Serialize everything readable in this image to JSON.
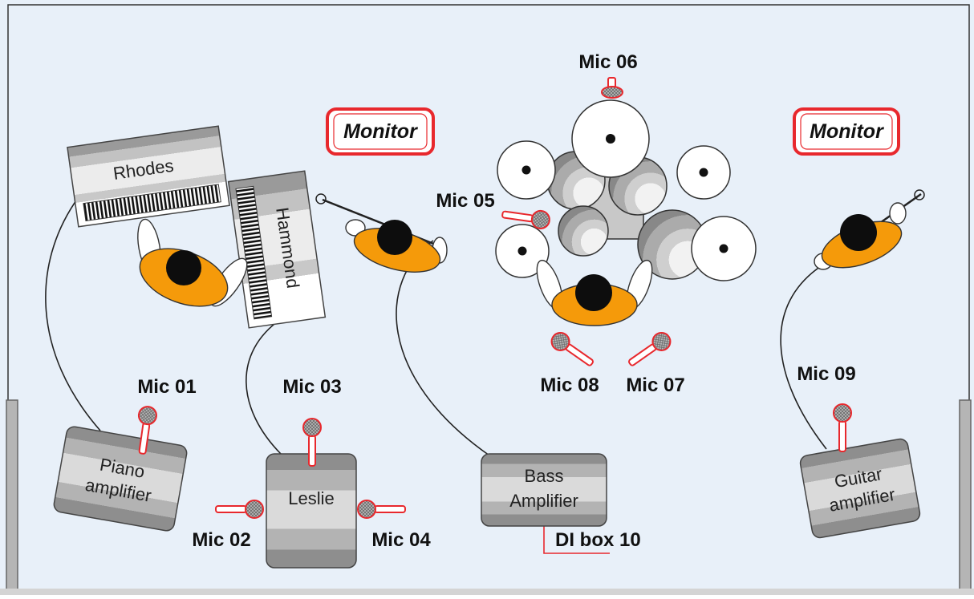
{
  "diagram": {
    "monitors": [
      {
        "id": "left",
        "label": "Monitor"
      },
      {
        "id": "right",
        "label": "Monitor"
      }
    ],
    "keyboards": {
      "rhodes": "Rhodes",
      "hammond": "Hammond"
    },
    "amplifiers": {
      "piano_line1": "Piano",
      "piano_line2": "amplifier",
      "leslie": "Leslie",
      "bass_line1": "Bass",
      "bass_line2": "Amplifier",
      "guitar_line1": "Guitar",
      "guitar_line2": "amplifier"
    },
    "mics": {
      "m01": "Mic 01",
      "m02": "Mic 02",
      "m03": "Mic 03",
      "m04": "Mic 04",
      "m05": "Mic 05",
      "m06": "Mic 06",
      "m07": "Mic 07",
      "m08": "Mic 08",
      "m09": "Mic 09"
    },
    "di_box": "DI box 10",
    "colors": {
      "stage": "#e8f0f9",
      "mic": "#e8282d",
      "musician": "#f59a0a",
      "head": "#0d0d0d"
    }
  }
}
